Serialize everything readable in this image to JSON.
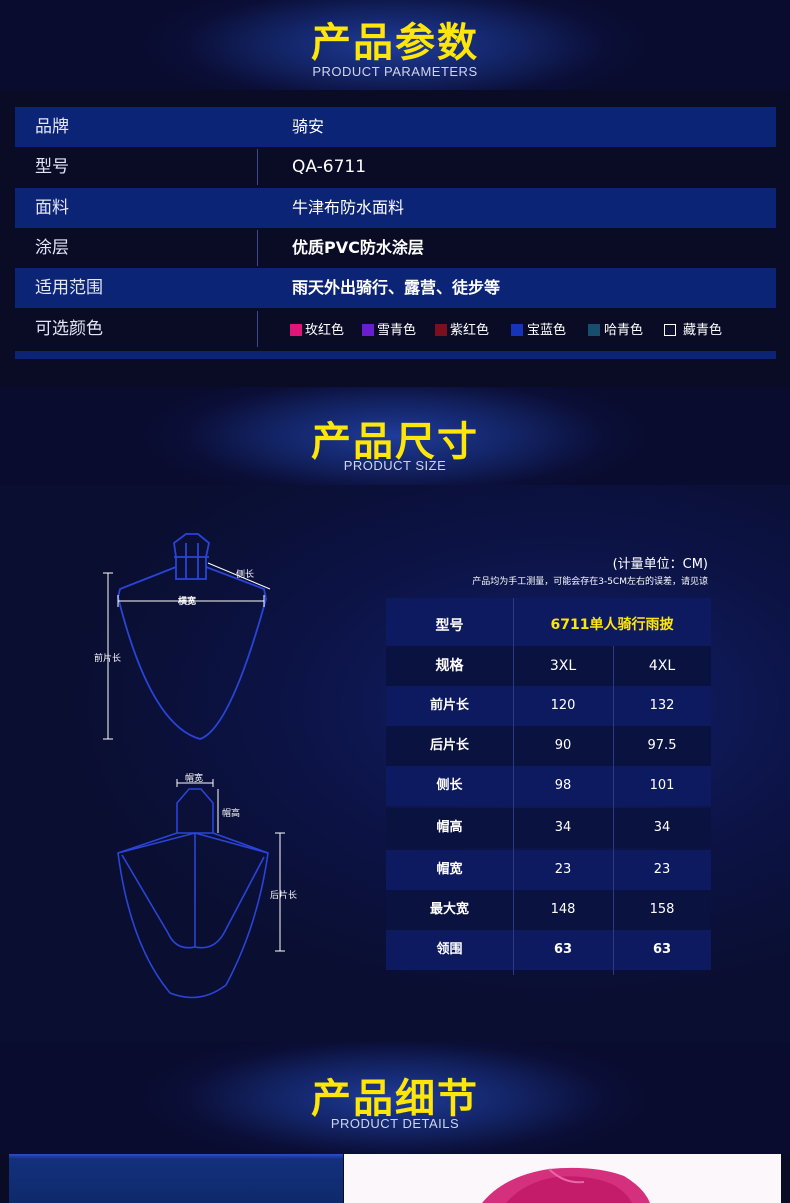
{
  "sections": {
    "params": {
      "title": "产品参数",
      "subtitle": "PRODUCT PARAMETERS"
    },
    "size": {
      "title": "产品尺寸",
      "subtitle": "PRODUCT SIZE"
    },
    "details": {
      "title": "产品细节",
      "subtitle": "PRODUCT DETAILS"
    }
  },
  "params": [
    {
      "key": "品牌",
      "value": "骑安"
    },
    {
      "key": "型号",
      "value": "QA-6711"
    },
    {
      "key": "面料",
      "value": "牛津布防水面料"
    },
    {
      "key": "涂层",
      "value": "优质PVC防水涂层"
    },
    {
      "key": "适用范围",
      "value": "雨天外出骑行、露营、徒步等"
    },
    {
      "key": "可选颜色",
      "value": ""
    }
  ],
  "colors": [
    {
      "name": "玫红色",
      "hex": "#e0157a"
    },
    {
      "name": "雪青色",
      "hex": "#6a1ecf"
    },
    {
      "name": "紫红色",
      "hex": "#7a0f1e"
    },
    {
      "name": "宝蓝色",
      "hex": "#1534b8"
    },
    {
      "name": "哈青色",
      "hex": "#174e6e"
    },
    {
      "name": "藏青色",
      "hex": "#0c0f2e"
    }
  ],
  "size_info": {
    "unit": "(计量单位：CM)",
    "note": "产品均为手工测量，可能会存在3-5CM左右的误差，请见谅"
  },
  "diagram_labels": {
    "side": "侧长",
    "width": "横宽",
    "front": "前片长",
    "hat_width": "帽宽",
    "hat_height": "帽高",
    "back": "后片长"
  },
  "size_table": {
    "model_label": "型号",
    "model_value": "6711单人骑行雨披",
    "spec_label": "规格",
    "sizes": [
      "3XL",
      "4XL"
    ],
    "rows": [
      {
        "label": "前片长",
        "v1": "120",
        "v2": "132"
      },
      {
        "label": "后片长",
        "v1": "90",
        "v2": "97.5"
      },
      {
        "label": "侧长",
        "v1": "98",
        "v2": "101"
      },
      {
        "label": "帽高",
        "v1": "34",
        "v2": "34"
      },
      {
        "label": "帽宽",
        "v1": "23",
        "v2": "23"
      },
      {
        "label": "最大宽",
        "v1": "148",
        "v2": "158"
      },
      {
        "label": "领围",
        "v1": "63",
        "v2": "63"
      }
    ]
  }
}
